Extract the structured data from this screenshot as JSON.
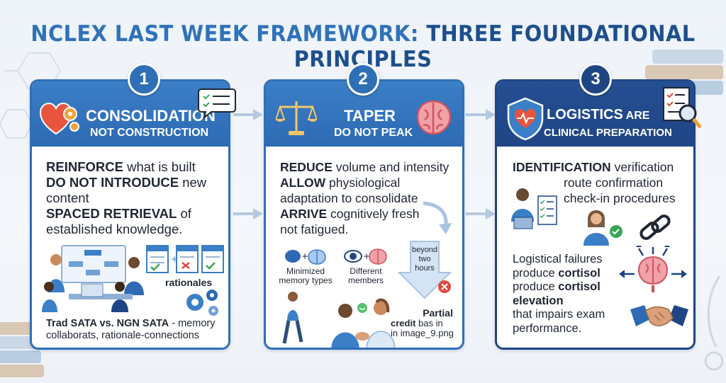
{
  "title": {
    "part1": "NCLEX LAST WEEK FRAMEWORK:",
    "part2": "THREE FOUNDATIONAL PRINCIPLES"
  },
  "colors": {
    "primary": "#2f6fb6",
    "dark": "#1f4585",
    "title_light": "#2f72b8",
    "title_dark": "#1d4f8d"
  },
  "cards": [
    {
      "number": "1",
      "heading": "CONSOLIDATION",
      "subheading": "NOT CONSTRUCTION",
      "icons": [
        "heart-gears-icon",
        "checklist-bubble-icon"
      ],
      "lines": [
        {
          "bold": "REINFORCE",
          "rest": " what is built"
        },
        {
          "bold": "DO NOT INTRODUCE",
          "rest": " new"
        },
        {
          "bold": "",
          "rest": "content"
        },
        {
          "bold": "SPACED RETRIEVAL",
          "rest": " of"
        },
        {
          "bold": "",
          "rest": "established knowledge."
        }
      ],
      "rationales_label": "rationales",
      "footer_bold": "Trad SATA vs. NGN SATA",
      "footer_rest": " - memory",
      "footer_line2": "collaborats, rationale-connections"
    },
    {
      "number": "2",
      "heading": "TAPER",
      "subheading": "DO NOT PEAK",
      "icons": [
        "scales-icon",
        "brain-icon"
      ],
      "lines": [
        {
          "bold": "REDUCE",
          "rest": " volume and intensity"
        },
        {
          "bold": "ALLOW",
          "rest": " physiological"
        },
        {
          "bold": "",
          "rest": "adaptation to consolidate"
        },
        {
          "bold": "ARRIVE",
          "rest": " cognitively fresh"
        },
        {
          "bold": "",
          "rest": "not fatigued."
        }
      ],
      "label_left": [
        "Minimized",
        "memory types"
      ],
      "label_right": [
        "Different",
        "members"
      ],
      "arrow_text": [
        "beyond",
        "two",
        "hours"
      ],
      "partial_bold": [
        "Partial",
        "credit"
      ],
      "partial_rest": [
        " bas in",
        "in image_9.png"
      ]
    },
    {
      "number": "3",
      "heading_bold": "LOGISTICS",
      "heading_rest": " ARE",
      "subheading": "CLINICAL PREPARATION",
      "icons": [
        "shield-heart-icon",
        "document-magnifier-icon"
      ],
      "lines": [
        {
          "bold": "IDENTIFICATION",
          "rest": " verification"
        },
        {
          "bold": "",
          "rest": "route confirmation"
        },
        {
          "bold": "",
          "rest": "check-in procedures"
        }
      ],
      "lower": [
        {
          "bold": "",
          "rest": "Logistical failures"
        },
        {
          "pre": "produce ",
          "bold": "cortisol",
          "rest": ""
        },
        {
          "pre": "produce ",
          "bold": "cortisol",
          "rest": ""
        },
        {
          "bold": "elevation",
          "rest": ""
        },
        {
          "bold": "",
          "rest": "that impairs exam"
        },
        {
          "bold": "",
          "rest": "performance."
        }
      ]
    }
  ]
}
